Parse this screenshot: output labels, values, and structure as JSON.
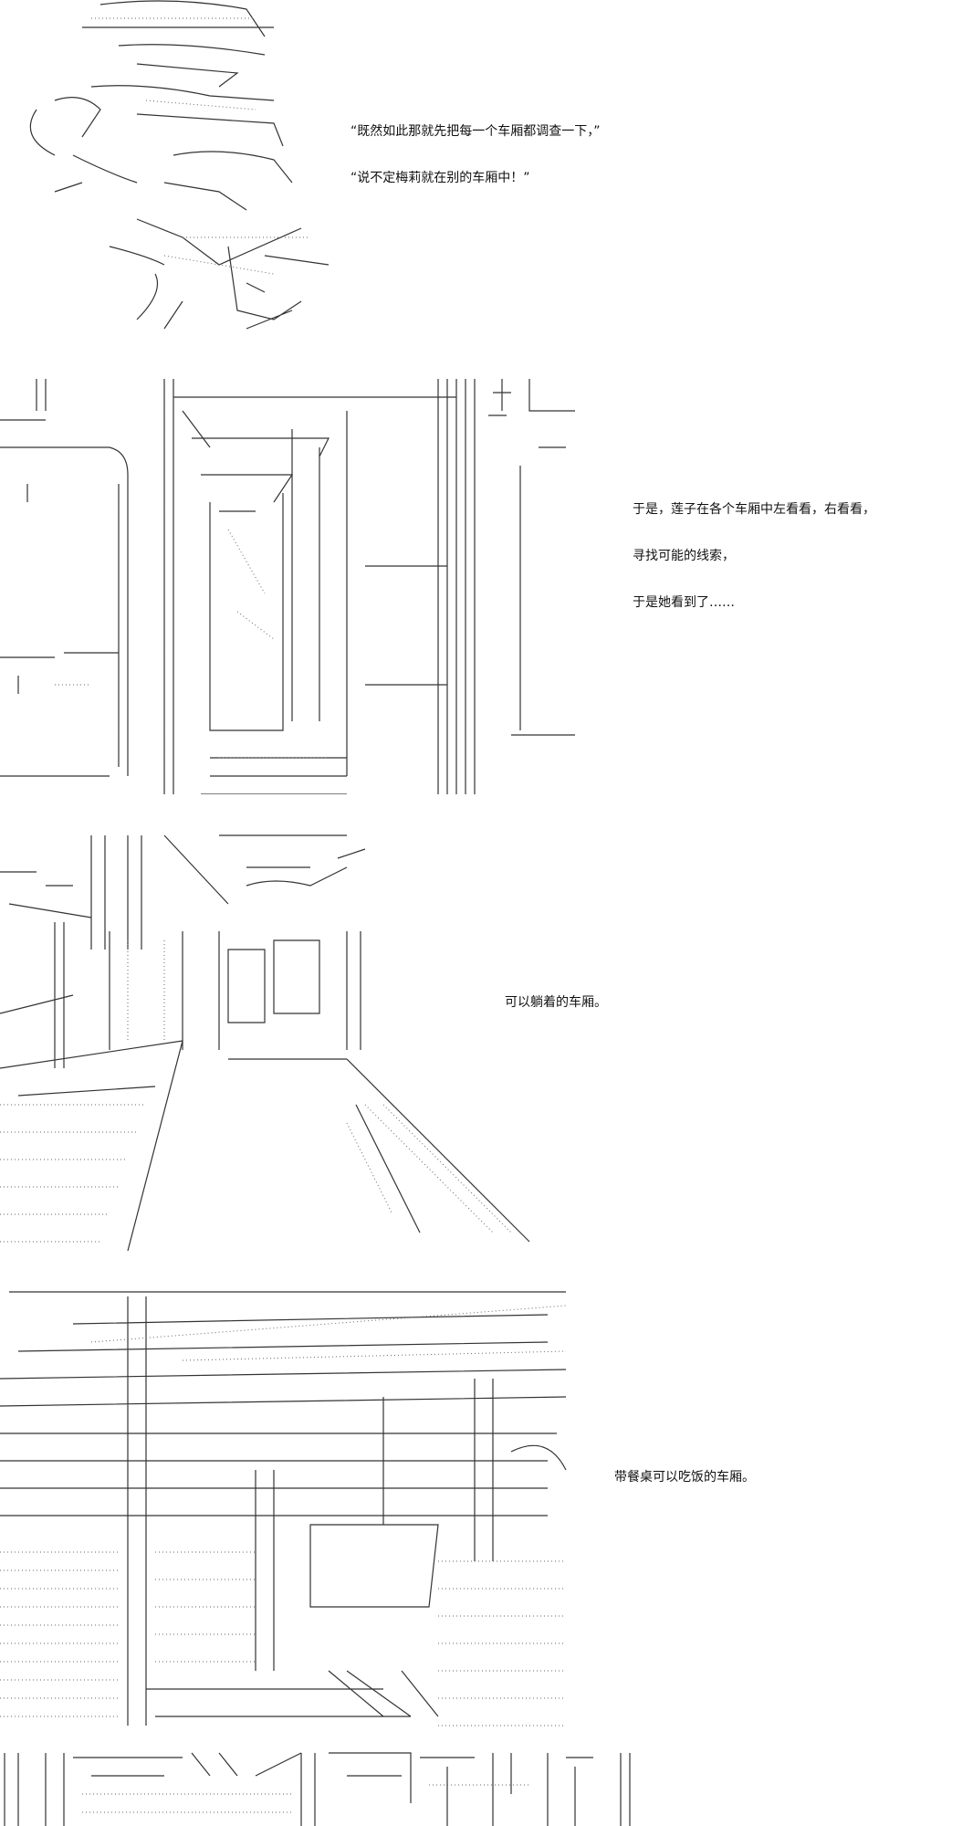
{
  "panels": [
    {
      "caption_lines": [
        "“既然如此那就先把每一个车厢都调查一下，”",
        "“说不定梅莉就在别的车厢中！”"
      ]
    },
    {
      "caption_lines": [
        "于是，莲子在各个车厢中左看看，右看看，",
        "寻找可能的线索，",
        "于是她看到了……"
      ]
    },
    {
      "caption_lines": [
        "可以躺着的车厢。"
      ]
    },
    {
      "caption_lines": [
        "带餐桌可以吃饭的车厢。"
      ]
    },
    {
      "caption_lines": []
    }
  ]
}
